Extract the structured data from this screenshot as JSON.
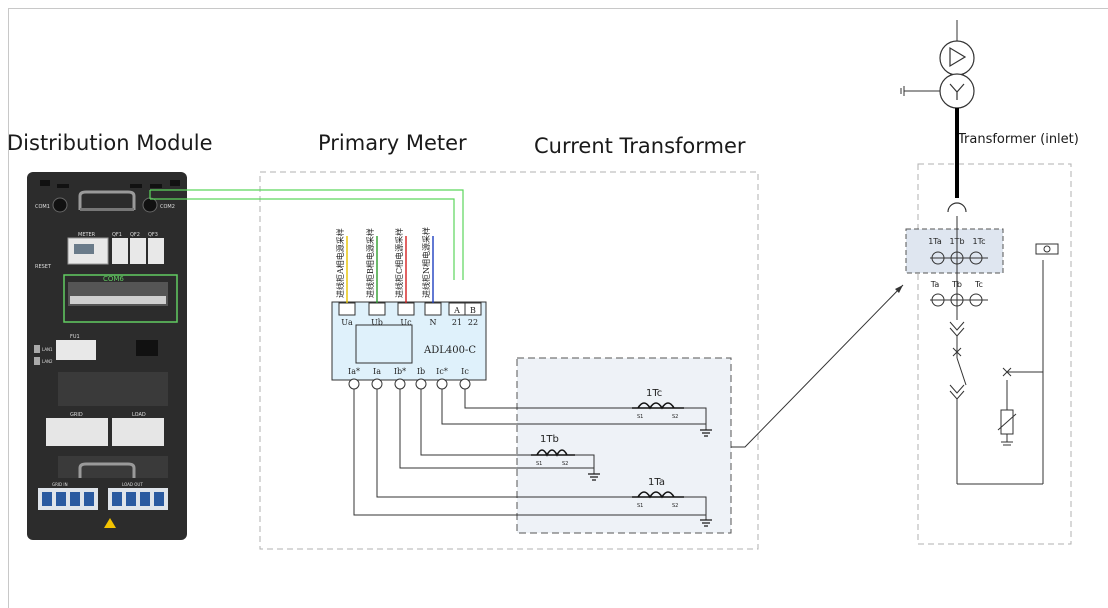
{
  "titles": {
    "distribution_module": "Distribution Module",
    "primary_meter": "Primary Meter",
    "current_transformer": "Current Transformer",
    "transformer_inlet": "Transformer  (inlet)"
  },
  "cabinet": {
    "com_left": "COM1",
    "com_right": "COM2",
    "meter": "METER",
    "qf1": "QF1",
    "qf2": "QF2",
    "qf3": "QF3",
    "com6": "COM6",
    "fu1": "FU1",
    "grid": "GRID",
    "load": "LOAD",
    "reset": "RESET",
    "lan1": "LAN1",
    "lan2": "LAN2",
    "grid_in": "GRID IN",
    "load_out": "LOAD OUT"
  },
  "meter": {
    "model": "ADL400-C",
    "top_terminals": [
      "Ua",
      "Ub",
      "Uc",
      "N"
    ],
    "comm_terminals": [
      "A",
      "B"
    ],
    "comm_numbers": [
      "21",
      "22"
    ],
    "bottom_terminals": [
      "Ia*",
      "Ia",
      "Ib*",
      "Ib",
      "Ic*",
      "Ic"
    ],
    "wire_labels": [
      "进线柜A相电源采样",
      "进线柜B相电源采样",
      "进线柜C相电源采样",
      "进线柜N相电源采样"
    ],
    "wire_colors": [
      "#e6c200",
      "#2f9e2f",
      "#d62020",
      "#2040c0"
    ]
  },
  "ct": {
    "names": [
      "1Tc",
      "1Tb",
      "1Ta"
    ],
    "s1": "S1",
    "s2": "S2"
  },
  "single_line": {
    "top_labels": [
      "1Ta",
      "1Tb",
      "1Tc"
    ],
    "bottom_labels": [
      "Ta",
      "Tb",
      "Tc"
    ]
  },
  "colors": {
    "comm_wire": "#5cd65c",
    "highlight_box": "#62cc62",
    "ct_fill": "#eef2f7"
  }
}
